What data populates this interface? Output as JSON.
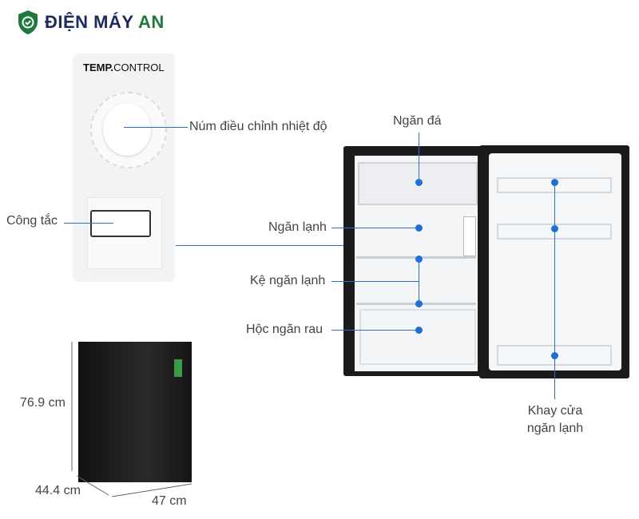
{
  "brand": {
    "name_main": "ĐIỆN MÁY",
    "name_accent": "AN",
    "accent_color": "#1e7a3c",
    "main_color": "#1d2a5c"
  },
  "panel": {
    "title_bold": "TEMP.",
    "title_rest": "CONTROL"
  },
  "labels": {
    "thermostat": "Núm điều chỉnh nhiệt độ",
    "switch": "Công tắc",
    "freezer": "Ngăn đá",
    "fridge": "Ngăn lạnh",
    "shelf": "Kệ ngăn lạnh",
    "crisper": "Hộc ngăn rau",
    "door_tray_1": "Khay cửa",
    "door_tray_2": "ngăn lạnh"
  },
  "dimensions": {
    "height": "76.9 cm",
    "depth": "44.4 cm",
    "width": "47 cm"
  },
  "colors": {
    "leader": "#2a6fc9"
  }
}
